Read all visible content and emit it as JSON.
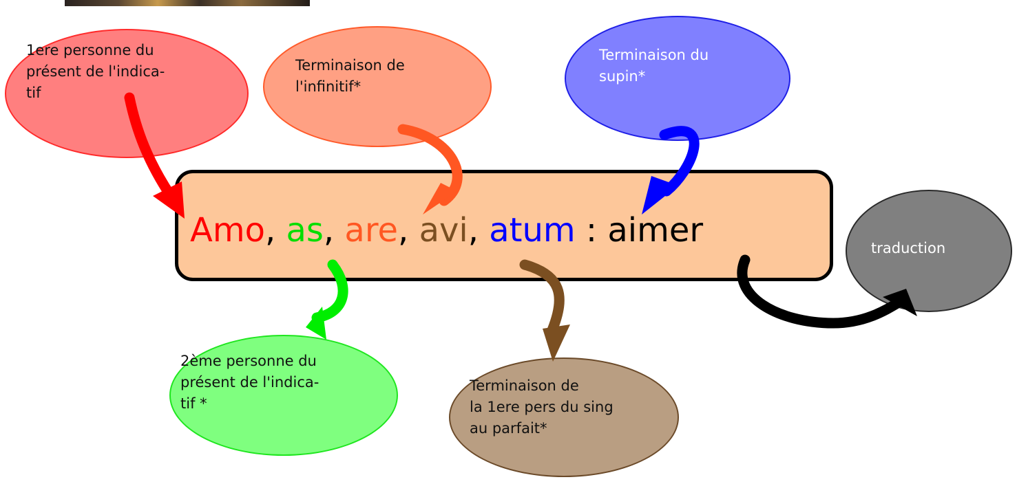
{
  "main_line": {
    "amo": "Amo",
    "sep1": ", ",
    "as": "as",
    "sep2": ", ",
    "are": "are",
    "sep3": ", ",
    "avi": "avi",
    "sep4": ", ",
    "atum": "atum",
    "colon": " : ",
    "aimer": "aimer"
  },
  "bubbles": {
    "present1": "1ere personne du\nprésent de l'indica-\ntif",
    "infinitif": "Terminaison de\nl'infinitif*",
    "supin": "Terminaison du\nsupin*",
    "present2": "2ème personne du\nprésent de l'indica-\ntif *",
    "parfait": "Terminaison de\nla 1ere pers du sing\nau parfait*",
    "traduction": "traduction"
  },
  "colors": {
    "red": "#ff0000",
    "green": "#00dd00",
    "orange": "#ff5722",
    "brown": "#7b4f21",
    "blue": "#0000ff",
    "black": "#000000"
  }
}
